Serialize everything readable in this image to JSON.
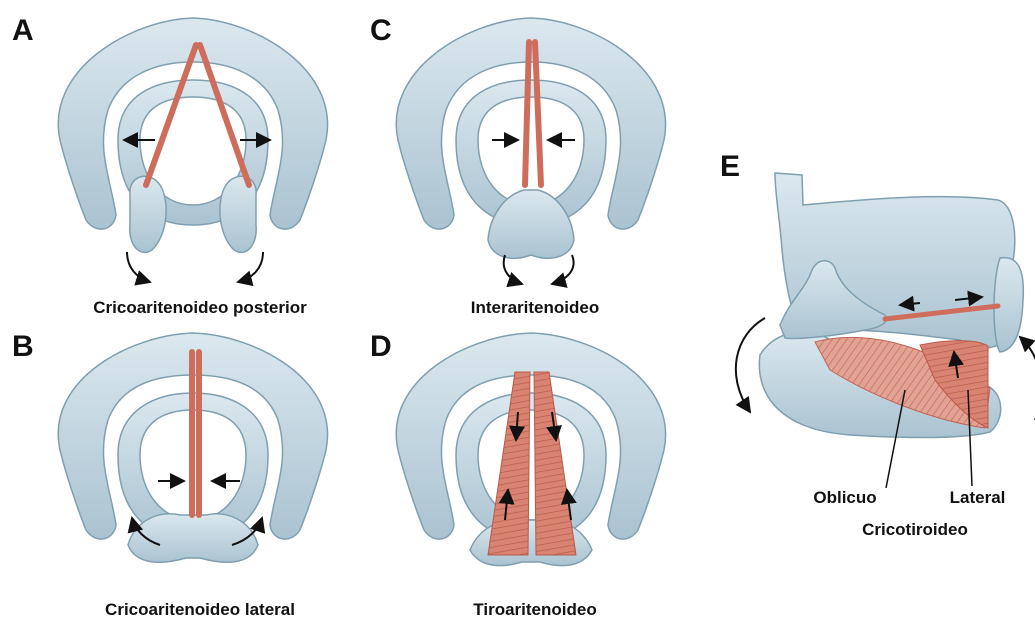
{
  "panels": {
    "a": {
      "letter": "A",
      "caption": "Cricoaritenoideo posterior"
    },
    "b": {
      "letter": "B",
      "caption": "Cricoaritenoideo lateral"
    },
    "c": {
      "letter": "C",
      "caption": "Interaritenoideo"
    },
    "d": {
      "letter": "D",
      "caption": "Tiroaritenoideo"
    },
    "e": {
      "letter": "E",
      "label_left": "Oblicuo",
      "label_right": "Lateral",
      "caption": "Cricotiroideo"
    }
  },
  "colors": {
    "cartilage_fill": "#c9dce6",
    "cartilage_stroke": "#7f9fb0",
    "muscle": "#cf6d5d",
    "muscle_light": "#e7a89b",
    "arrow": "#111111"
  }
}
